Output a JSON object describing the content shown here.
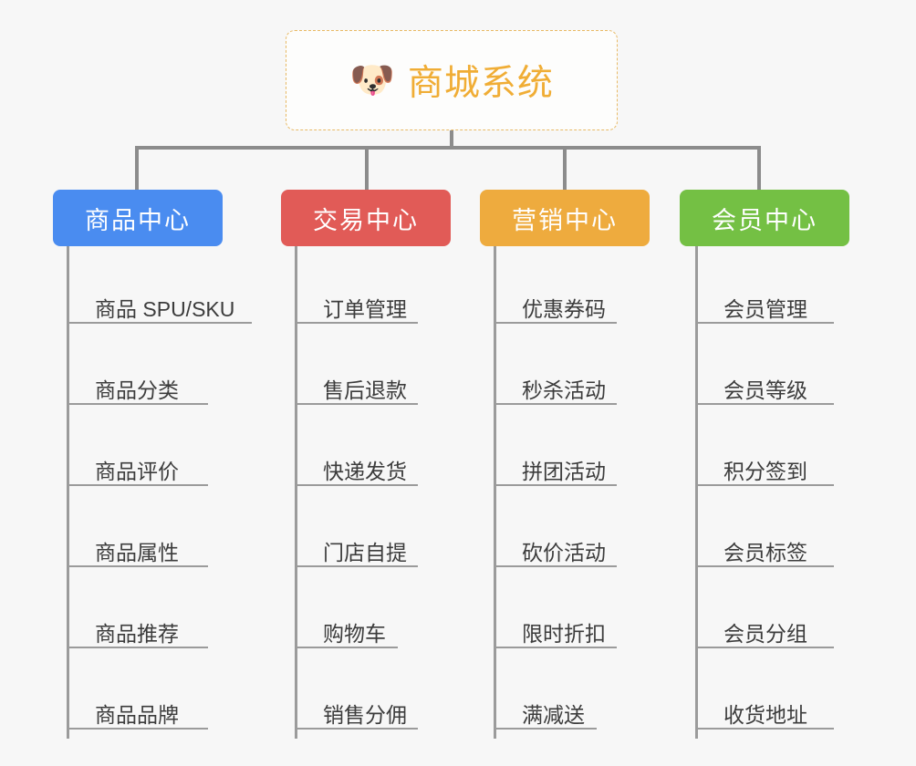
{
  "background_color": "#f7f7f7",
  "connector_color": "#8c8c8c",
  "root": {
    "icon": "dog-face-emoji",
    "icon_glyph": "🐶",
    "title": "商城系统",
    "text_color": "#f0ad35",
    "border_color": "#e8b964",
    "background": "#fdfdfc"
  },
  "columns": [
    {
      "id": "product-center",
      "title": "商品中心",
      "color": "#4a8cf0",
      "items": [
        "商品 SPU/SKU",
        "商品分类",
        "商品评价",
        "商品属性",
        "商品推荐",
        "商品品牌"
      ]
    },
    {
      "id": "trade-center",
      "title": "交易中心",
      "color": "#e15b57",
      "items": [
        "订单管理",
        "售后退款",
        "快递发货",
        "门店自提",
        "购物车",
        "销售分佣"
      ]
    },
    {
      "id": "marketing-center",
      "title": "营销中心",
      "color": "#eeab3e",
      "items": [
        "优惠券码",
        "秒杀活动",
        "拼团活动",
        "砍价活动",
        "限时折扣",
        "满减送"
      ]
    },
    {
      "id": "member-center",
      "title": "会员中心",
      "color": "#74c044",
      "items": [
        "会员管理",
        "会员等级",
        "积分签到",
        "会员标签",
        "会员分组",
        "收货地址"
      ]
    }
  ]
}
